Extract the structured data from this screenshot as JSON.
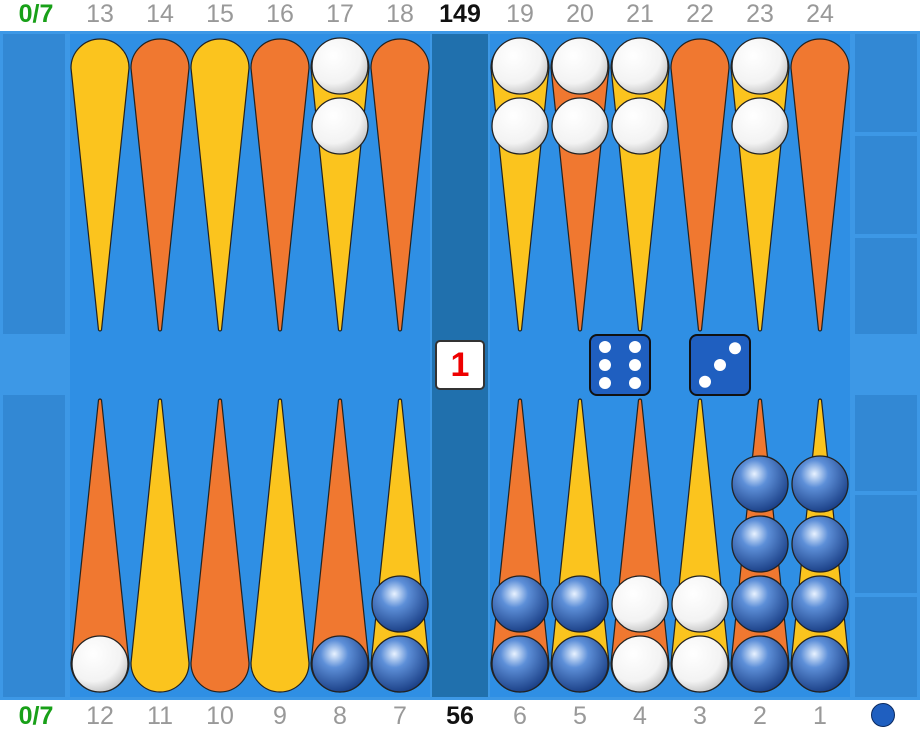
{
  "top_labels": {
    "score": "0/7",
    "pip_count": "149",
    "points_left": [
      "13",
      "14",
      "15",
      "16",
      "17",
      "18"
    ],
    "points_right": [
      "19",
      "20",
      "21",
      "22",
      "23",
      "24"
    ]
  },
  "bottom_labels": {
    "score": "0/7",
    "pip_count": "56",
    "points_left": [
      "12",
      "11",
      "10",
      "9",
      "8",
      "7"
    ],
    "points_right": [
      "6",
      "5",
      "4",
      "3",
      "2",
      "1"
    ]
  },
  "cube": {
    "value": "1"
  },
  "dice": [
    6,
    3
  ],
  "turn_indicator": "blue",
  "colors": {
    "frame": "#3d98e6",
    "playing_area": "#2f8fe4",
    "bar": "#2070ad",
    "point_orange": "#f07830",
    "point_yellow": "#fbc41e",
    "checker_white": "#ffffff",
    "checker_blue": "#1f5fc0"
  },
  "checkers": {
    "white": {
      "17": 2,
      "19": 2,
      "20": 2,
      "21": 2,
      "23": 2,
      "12": 1,
      "4": 2,
      "3": 2
    },
    "blue": {
      "8": 1,
      "7": 2,
      "6": 2,
      "5": 2,
      "2": 4,
      "1": 4
    }
  }
}
